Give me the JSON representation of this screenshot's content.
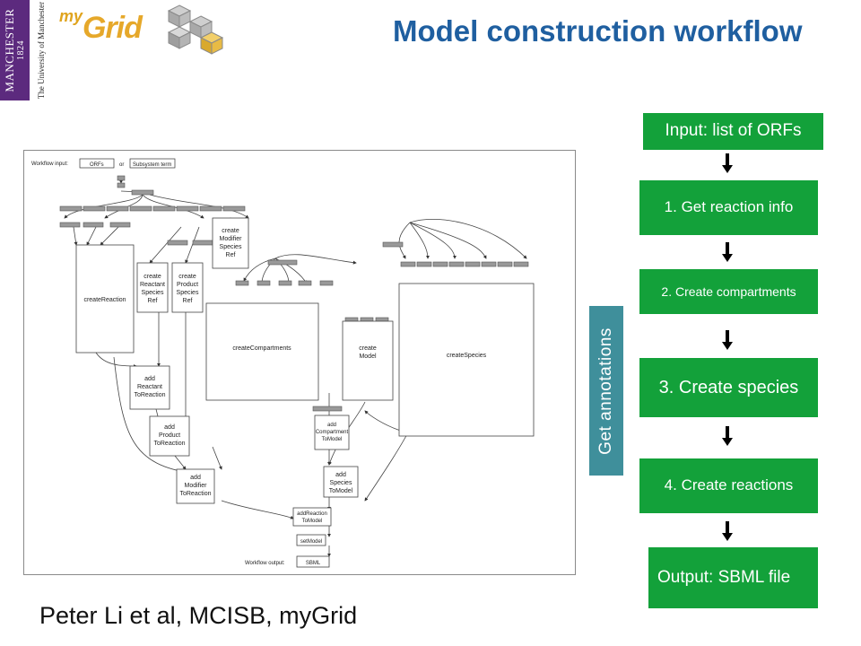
{
  "logos": {
    "manchester_main": "MANCHESTER",
    "manchester_year": "1824",
    "manchester_sub": "The University of Manchester",
    "mygrid_my": "my",
    "mygrid_grid": "Grid"
  },
  "title": "Model construction workflow",
  "workflow_image": {
    "workflow_input_label": "Workflow input:",
    "input_orfs": "ORFs",
    "or_text": "or",
    "input_subsystem": "Subsystem term",
    "workflow_output_label": "Workflow output:",
    "output_sbml": "SBML",
    "nodes": {
      "create_reaction": "createReaction",
      "create_reactant_species_ref": [
        "create",
        "Reactant",
        "Species",
        "Ref"
      ],
      "create_product_species_ref": [
        "create",
        "Product",
        "Species",
        "Ref"
      ],
      "create_modifier_species_ref": [
        "create",
        "Modifier",
        "Species",
        "Ref"
      ],
      "create_compartments": "createCompartments",
      "create_model": [
        "create",
        "Model"
      ],
      "create_species": "createSpecies",
      "add_reactant_to_reaction": [
        "add",
        "Reactant",
        "ToReaction"
      ],
      "add_product_to_reaction": [
        "add",
        "Product",
        "ToReaction"
      ],
      "add_modifier_to_reaction": [
        "add",
        "Modifier",
        "ToReaction"
      ],
      "add_compartment_to_model": [
        "add",
        "Compartment",
        "ToModel"
      ],
      "add_species_to_model": [
        "add",
        "Species",
        "ToModel"
      ],
      "add_reaction_to_model": [
        "addReaction",
        "ToModel"
      ],
      "set_model": "setModel"
    }
  },
  "steps": {
    "input": "Input: list of ORFs",
    "step1": "1. Get reaction info",
    "step2": "2. Create compartments",
    "step3": "3. Create species",
    "step4": "4. Create reactions",
    "output": "Output: SBML file"
  },
  "side_label": "Get annotations",
  "footer": "Peter Li et al, MCISB, myGrid",
  "colors": {
    "title": "#1f5fa0",
    "step_green": "#13a13a",
    "side_teal": "#3f8f9b",
    "manchester_purple": "#5c2a7e",
    "mygrid_gold": "#e6a82a"
  }
}
